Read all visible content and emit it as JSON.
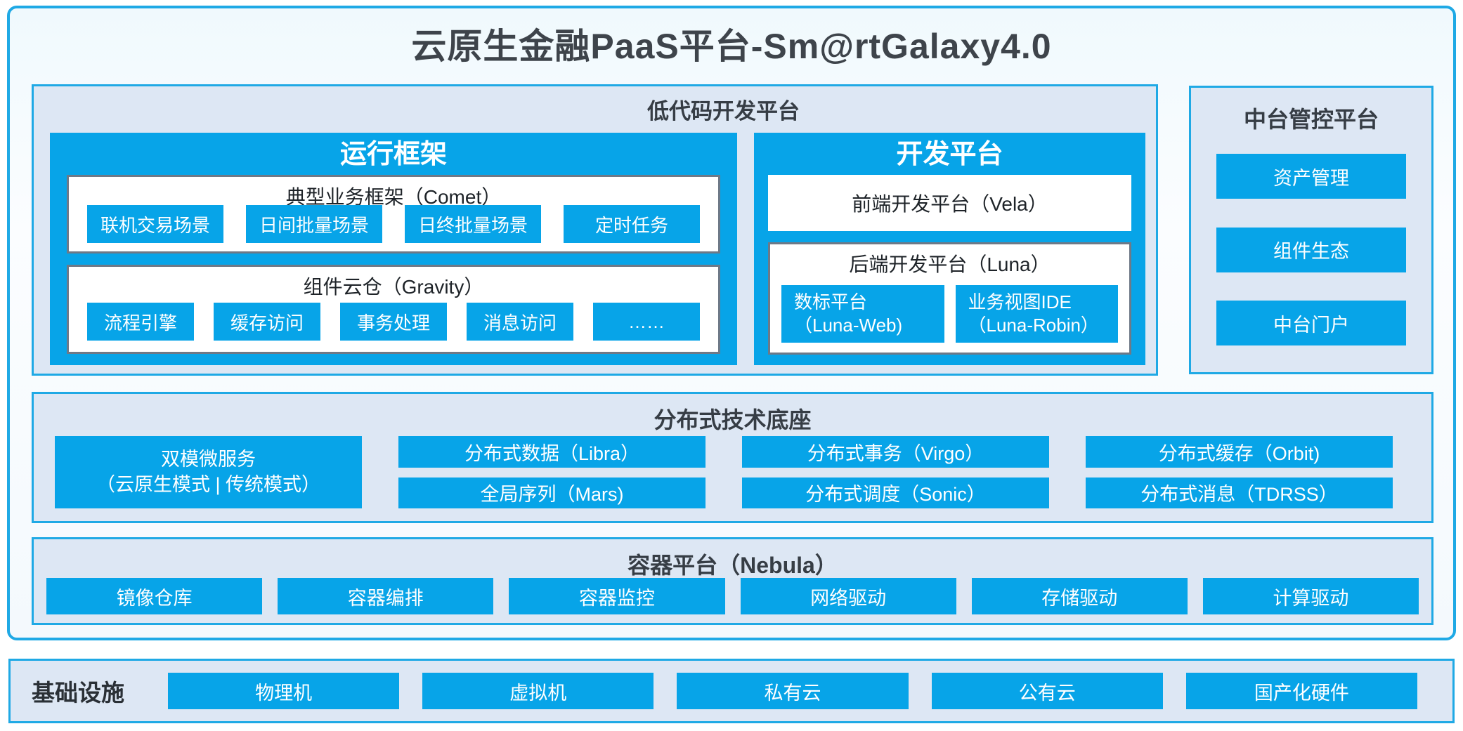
{
  "page": {
    "title": "云原生金融PaaS平台-Sm@rtGalaxy4.0"
  },
  "colors": {
    "accent_blue": "#07a4e8",
    "container_border": "#1fa9e5",
    "container_fill": "#dde7f4",
    "white_box_border": "#6e7987",
    "dark_text": "#3b424a"
  },
  "lowcode": {
    "title": "低代码开发平台",
    "runtime": {
      "title": "运行框架",
      "comet": {
        "title": "典型业务框架（Comet）",
        "items": [
          "联机交易场景",
          "日间批量场景",
          "日终批量场景",
          "定时任务"
        ]
      },
      "gravity": {
        "title": "组件云仓（Gravity）",
        "items": [
          "流程引擎",
          "缓存访问",
          "事务处理",
          "消息访问",
          "……"
        ]
      }
    },
    "dev": {
      "title": "开发平台",
      "vela": "前端开发平台（Vela）",
      "luna": {
        "title": "后端开发平台（Luna）",
        "items": [
          {
            "line1": "数标平台",
            "line2": "（Luna-Web)"
          },
          {
            "line1": "业务视图IDE",
            "line2": "（Luna-Robin）"
          }
        ]
      }
    }
  },
  "management": {
    "title": "中台管控平台",
    "items": [
      "资产管理",
      "组件生态",
      "中台门户"
    ]
  },
  "distributed": {
    "title": "分布式技术底座",
    "dual_mode": {
      "line1": "双模微服务",
      "line2": "（云原生模式 | 传统模式）"
    },
    "col1": {
      "top": "分布式数据（Libra）",
      "bottom": "全局序列（Mars)"
    },
    "col2": {
      "top": "分布式事务（Virgo）",
      "bottom": "分布式调度（Sonic）"
    },
    "col3": {
      "top": "分布式缓存（Orbit)",
      "bottom": "分布式消息（TDRSS）"
    }
  },
  "container_platform": {
    "title": "容器平台（Nebula）",
    "items": [
      "镜像仓库",
      "容器编排",
      "容器监控",
      "网络驱动",
      "存储驱动",
      "计算驱动"
    ]
  },
  "infrastructure": {
    "label": "基础设施",
    "items": [
      "物理机",
      "虚拟机",
      "私有云",
      "公有云",
      "国产化硬件"
    ]
  }
}
